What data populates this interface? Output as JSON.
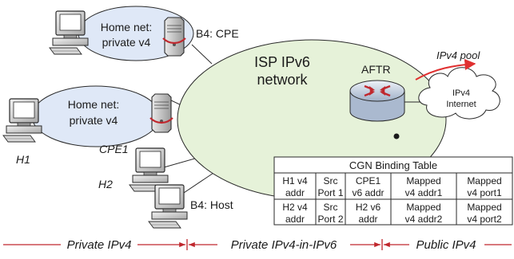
{
  "colors": {
    "home_net_fill": "#dfe8f7",
    "isp_fill": "#e6f2d9",
    "segment_line": "#c0272d",
    "pool_arrow": "#e03030",
    "aftr_body": "#cdd7e6",
    "aftr_arrows": "#c0272d",
    "ink": "#1a1a1a"
  },
  "home_net_1": {
    "line1": "Home net:",
    "line2": "private v4"
  },
  "home_net_2": {
    "line1": "Home net:",
    "line2": "private v4"
  },
  "labels": {
    "b4_cpe": "B4: CPE",
    "b4_host": "B4: Host",
    "cpe1": "CPE1",
    "h1": "H1",
    "h2": "H2",
    "aftr": "AFTR",
    "ipv4_pool": "IPv4 pool"
  },
  "isp": {
    "line1": "ISP IPv6",
    "line2": "network"
  },
  "internet": {
    "line1": "IPv4",
    "line2": "Internet"
  },
  "binding_table": {
    "title": "CGN Binding Table",
    "rows": [
      [
        [
          "H1 v4",
          "addr"
        ],
        [
          "Src",
          "Port 1"
        ],
        [
          "CPE1",
          "v6 addr"
        ],
        [
          "Mapped",
          "v4 addr1"
        ],
        [
          "Mapped",
          "v4 port1"
        ]
      ],
      [
        [
          "H2 v4",
          "addr"
        ],
        [
          "Src",
          "Port 2"
        ],
        [
          "H2 v6",
          "addr"
        ],
        [
          "Mapped",
          "v4 addr2"
        ],
        [
          "Mapped",
          "v4 port2"
        ]
      ]
    ]
  },
  "segments": {
    "private_ipv4": "Private IPv4",
    "private_ipv4_in_ipv6": "Private IPv4-in-IPv6",
    "public_ipv4": "Public IPv4"
  },
  "icons": {
    "computer": "desktop-computer-icon",
    "server": "tower-server-icon",
    "router": "aftr-router-icon",
    "cloud": "internet-cloud-icon"
  }
}
